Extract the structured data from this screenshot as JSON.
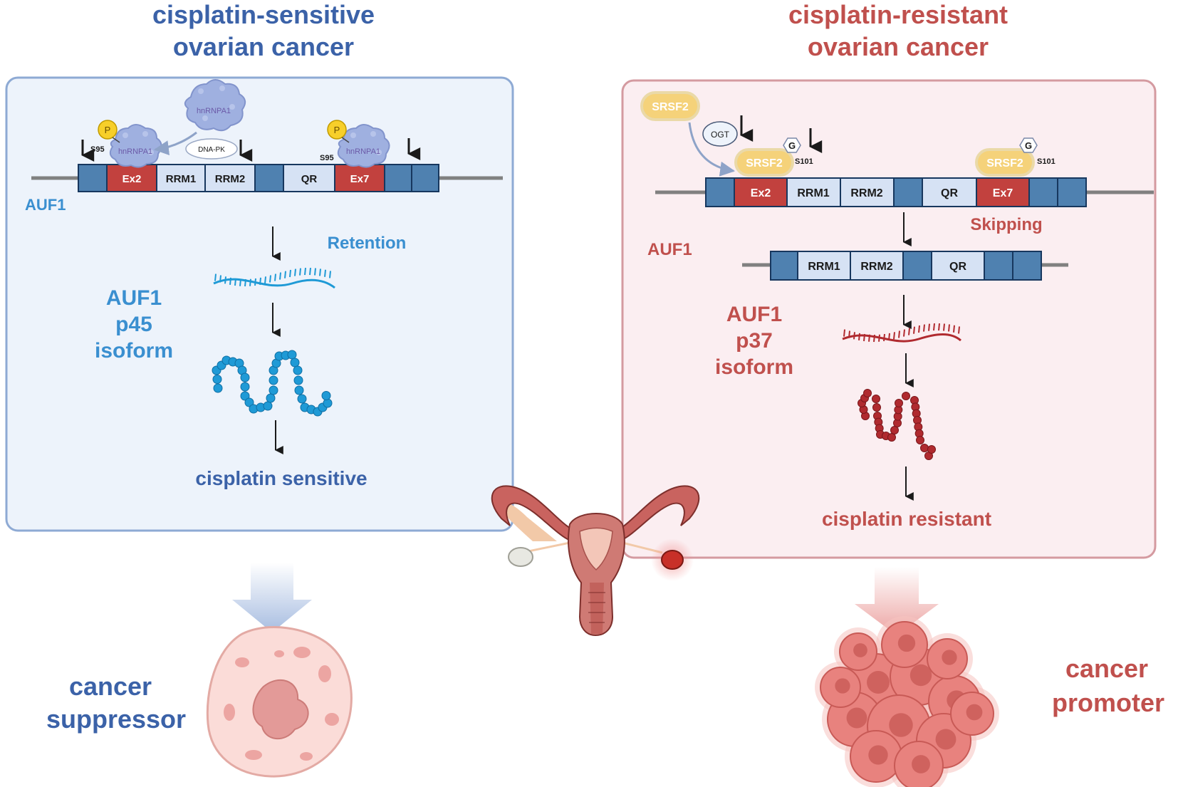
{
  "left": {
    "title_line1": "cisplatin-sensitive",
    "title_line2": "ovarian cancer",
    "gene_label": "AUF1",
    "exons": [
      "Ex2",
      "RRM1",
      "RRM2",
      "QR",
      "Ex7"
    ],
    "protein_a": "hnRNPA1",
    "protein_b": "hnRNPA1",
    "protein_c": "hnRNPA1",
    "kinase": "DNA-PK",
    "phospho_symbol": "P",
    "site_a": "S95",
    "site_b": "S95",
    "splice_event": "Retention",
    "isoform_line1": "AUF1",
    "isoform_line2": "p45",
    "isoform_line3": "isoform",
    "outcome": "cisplatin sensitive",
    "role_line1": "cancer",
    "role_line2": "suppressor"
  },
  "right": {
    "title_line1": "cisplatin-resistant",
    "title_line2": "ovarian cancer",
    "gene_label": "AUF1",
    "exons": [
      "Ex2",
      "RRM1",
      "RRM2",
      "QR",
      "Ex7"
    ],
    "mrna_exons": [
      "RRM1",
      "RRM2",
      "QR"
    ],
    "factor_free": "SRSF2",
    "factor_bound_a": "SRSF2",
    "factor_bound_b": "SRSF2",
    "enzyme": "OGT",
    "glyco_symbol_a": "G",
    "glyco_symbol_b": "G",
    "site_a": "S101",
    "site_b": "S101",
    "splice_event": "Skipping",
    "isoform_line1": "AUF1",
    "isoform_line2": "p37",
    "isoform_line3": "isoform",
    "outcome": "cisplatin resistant",
    "role_line1": "cancer",
    "role_line2": "promoter"
  },
  "colors": {
    "blue_text": "#3b62a8",
    "blue_light_text": "#3a8fd0",
    "red_text": "#c0504d",
    "panel_left_bg": "#edf3fb",
    "panel_left_border": "#8eaad4",
    "panel_right_bg": "#fbeef1",
    "panel_right_border": "#d49aa0",
    "exon_blue": "#4f81b0",
    "exon_red": "#c2413e",
    "exon_light": "#d6e2f4",
    "bead_blue": "#1f9ad6",
    "bead_red": "#b02a2f"
  }
}
